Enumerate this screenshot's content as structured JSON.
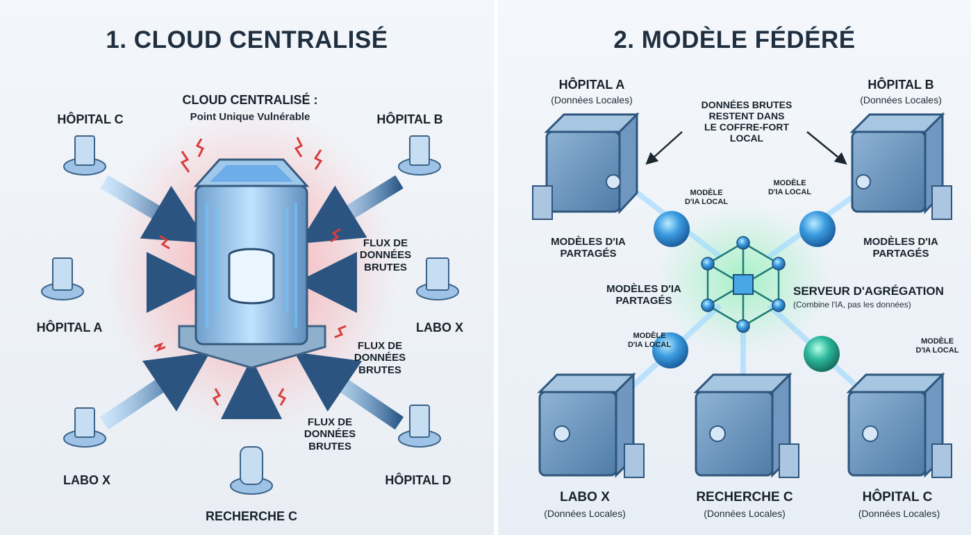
{
  "left": {
    "title": "1. CLOUD CENTRALISÉ",
    "cloud_title": "CLOUD CENTRALISÉ :",
    "cloud_subtitle": "Point Unique Vulnérable",
    "nodes": {
      "hopital_c": "HÔPITAL C",
      "hopital_b": "HÔPITAL B",
      "hopital_a": "HÔPITAL A",
      "labo_x_right": "LABO X",
      "labo_x_left": "LABO X",
      "recherche_c": "RECHERCHE C",
      "hopital_d": "HÔPITAL D"
    },
    "flow_label": "FLUX DE\nDONNÉES\nBRUTES"
  },
  "right": {
    "title": "2. MODÈLE FÉDÉRÉ",
    "hopital_a": "HÔPITAL A",
    "hopital_b": "HÔPITAL B",
    "labo_x": "LABO X",
    "recherche_c": "RECHERCHE C",
    "hopital_c": "HÔPITAL C",
    "local_data": "(Données Locales)",
    "raw_data_note": "DONNÉES BRUTES\nRESTENT DANS\nLE COFFRE-FORT\nLOCAL",
    "local_model": "MODÈLE\nD'IA LOCAL",
    "shared_models": "MODÈLES D'IA\nPARTAGÉS",
    "server_title": "SERVEUR D'AGRÉGATION",
    "server_subtitle": "(Combine l'IA, pas les données)"
  },
  "colors": {
    "arrow": "#2f5f8f",
    "danger_glow": "#f26a6a",
    "safe_glow": "#5fe08a",
    "vault": "#5b86ad",
    "model_sphere": "#3a8fd6"
  }
}
